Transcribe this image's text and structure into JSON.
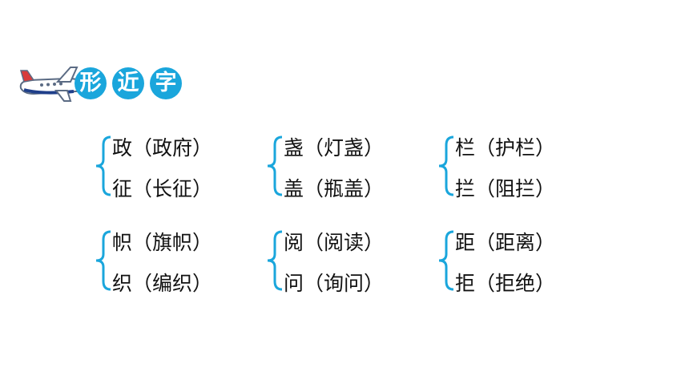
{
  "header": {
    "chars": [
      "形",
      "近",
      "字"
    ],
    "accent": "#1aa6dc"
  },
  "brace_color": "#1aa6dc",
  "groups": [
    [
      "政（政府）",
      "征（长征）"
    ],
    [
      "盏（灯盏）",
      "盖（瓶盖）"
    ],
    [
      "栏（护栏）",
      "拦（阻拦）"
    ],
    [
      "帜（旗帜）",
      "织（编织）"
    ],
    [
      "阅（阅读）",
      "问（询问）"
    ],
    [
      "距（距离）",
      "拒（拒绝）"
    ]
  ]
}
